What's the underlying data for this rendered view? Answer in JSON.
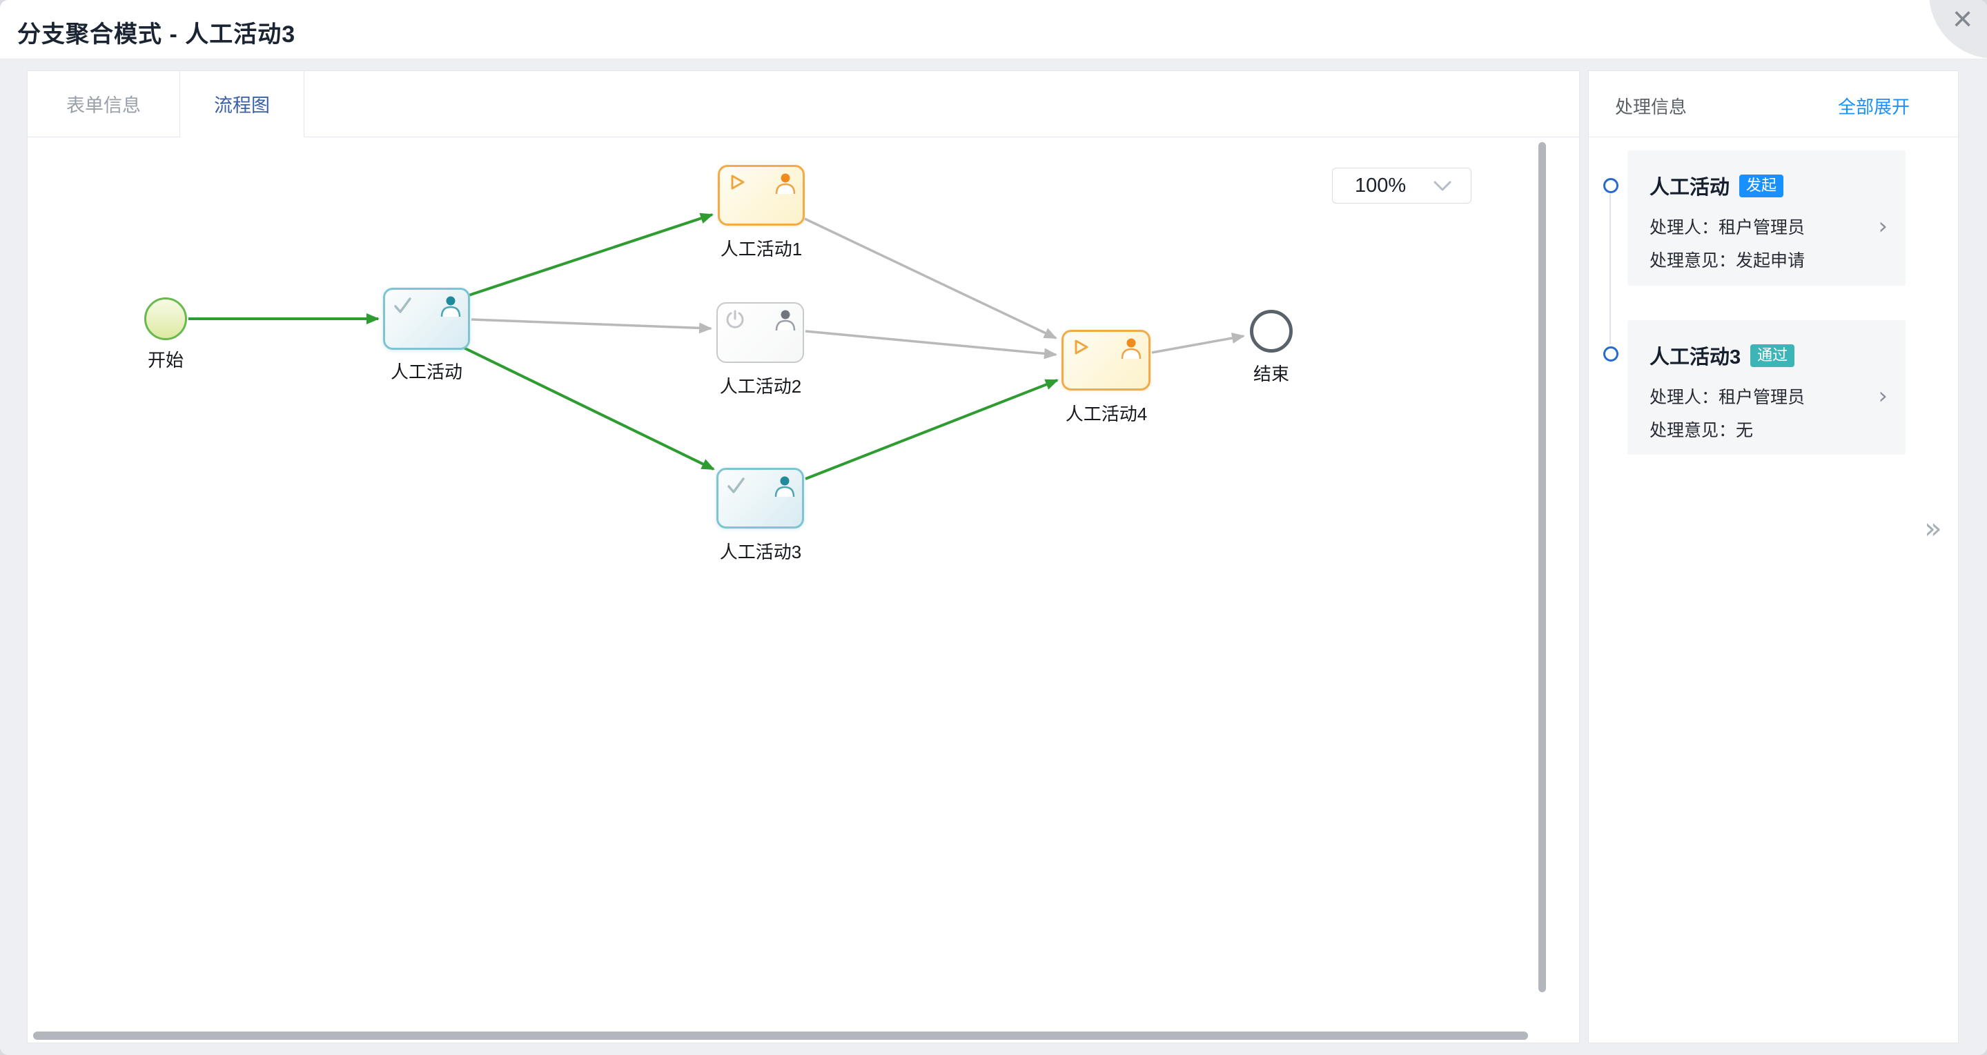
{
  "header": {
    "title": "分支聚合模式 - 人工活动3"
  },
  "icons": {
    "close": "×",
    "collapse": "»",
    "chevron_right": "›"
  },
  "tabs": [
    {
      "label": "表单信息",
      "active": false
    },
    {
      "label": "流程图",
      "active": true
    }
  ],
  "canvas": {
    "zoom_control": {
      "value": "100%"
    },
    "nodes": [
      {
        "id": "start",
        "type": "start-event",
        "label": "开始",
        "state": "completed"
      },
      {
        "id": "task",
        "type": "user-task",
        "label": "人工活动",
        "state": "completed"
      },
      {
        "id": "task1",
        "type": "user-task",
        "label": "人工活动1",
        "state": "active"
      },
      {
        "id": "task2",
        "type": "user-task",
        "label": "人工活动2",
        "state": "not-run"
      },
      {
        "id": "task3",
        "type": "user-task",
        "label": "人工活动3",
        "state": "completed"
      },
      {
        "id": "task4",
        "type": "user-task",
        "label": "人工活动4",
        "state": "active"
      },
      {
        "id": "end",
        "type": "end-event",
        "label": "结束",
        "state": "not-run"
      }
    ],
    "edges": [
      {
        "from": "开始",
        "to": "人工活动",
        "state": "completed"
      },
      {
        "from": "人工活动",
        "to": "人工活动1",
        "state": "completed"
      },
      {
        "from": "人工活动",
        "to": "人工活动2",
        "state": "not-run"
      },
      {
        "from": "人工活动",
        "to": "人工活动3",
        "state": "completed"
      },
      {
        "from": "人工活动1",
        "to": "人工活动4",
        "state": "not-run"
      },
      {
        "from": "人工活动2",
        "to": "人工活动4",
        "state": "not-run"
      },
      {
        "from": "人工活动3",
        "to": "人工活动4",
        "state": "completed"
      },
      {
        "from": "人工活动4",
        "to": "结束",
        "state": "not-run"
      }
    ],
    "colors": {
      "edge_completed": "#2e9c31",
      "edge_pending": "#b9b9b9",
      "node_completed_border": "#7ec4d2",
      "node_active_border": "#f2ab49",
      "node_pending_border": "#c7c9cb",
      "start_border": "#69b94f",
      "end_border": "#59616b",
      "accent_blue": "#1890ff",
      "tab_active_blue": "#3a5fa9"
    }
  },
  "panel": {
    "title": "处理信息",
    "expand_all": "全部展开",
    "entries": [
      {
        "title": "人工活动",
        "badge": "发起",
        "badge_color": "#1890ff",
        "handler_label": "处理人：",
        "handler": "租户管理员",
        "opinion_label": "处理意见：",
        "opinion": "发起申请"
      },
      {
        "title": "人工活动3",
        "badge": "通过",
        "badge_color": "#3db5b8",
        "handler_label": "处理人：",
        "handler": "租户管理员",
        "opinion_label": "处理意见：",
        "opinion": "无"
      }
    ]
  }
}
